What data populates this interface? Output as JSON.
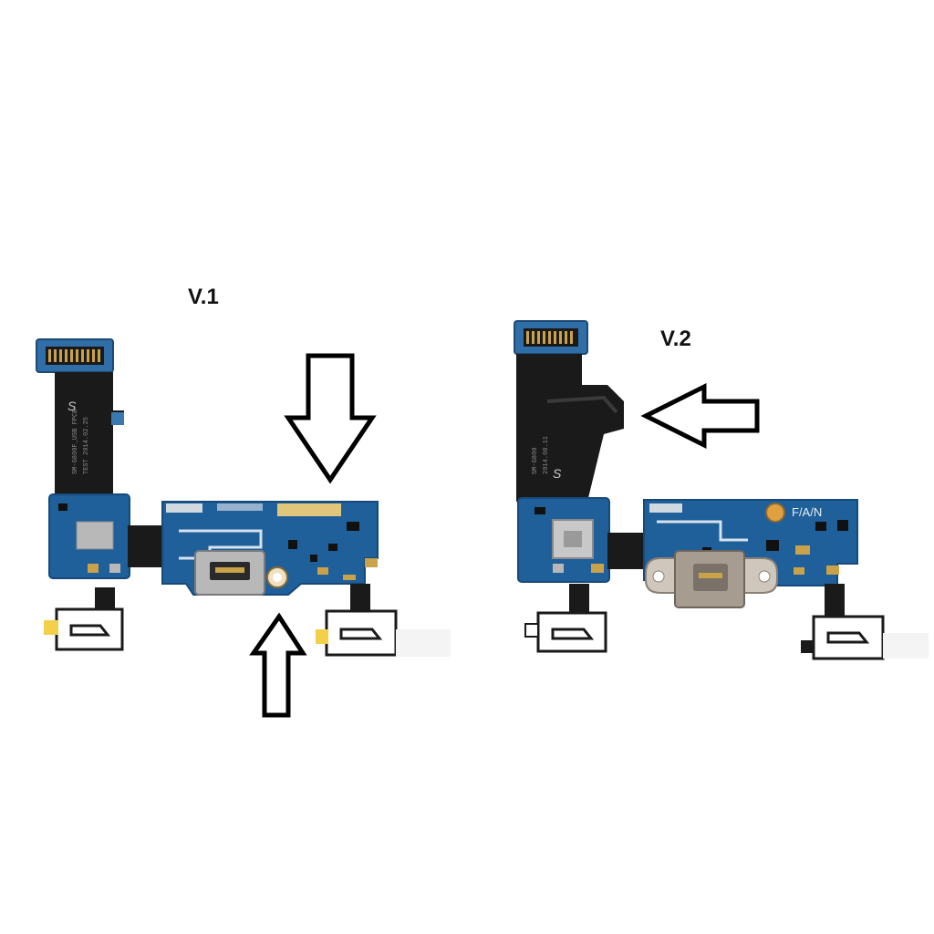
{
  "photo": {
    "variants": [
      {
        "label": "V.1"
      },
      {
        "label": "V.2"
      }
    ],
    "board_print": {
      "v2_marking": "F/A/N"
    }
  },
  "colors": {
    "pcb_blue": "#1f5f9a",
    "pcb_blue_dark": "#174a7a",
    "flex_black": "#1a1a1a",
    "connector_gold": "#c9a24a",
    "connector_silver": "#b8b8b8",
    "arrow_stroke": "#000000",
    "background": "#ffffff"
  }
}
